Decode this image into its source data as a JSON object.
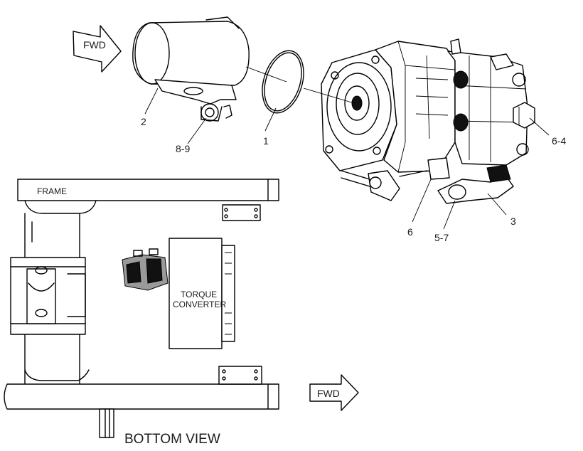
{
  "callouts": {
    "c1": "1",
    "c2": "2",
    "c3": "3",
    "c6": "6",
    "c64": "6-4",
    "c57": "5-7",
    "c89": "8-9"
  },
  "arrows": {
    "fwd_top": "FWD",
    "fwd_bottom": "FWD"
  },
  "frame_view": {
    "frame_label": "FRAME",
    "torque_line1": "TORQUE",
    "torque_line2": "CONVERTER",
    "view_title": "BOTTOM VIEW"
  },
  "icons": [
    "fwd-arrow-icon",
    "fwd-arrow-icon"
  ]
}
